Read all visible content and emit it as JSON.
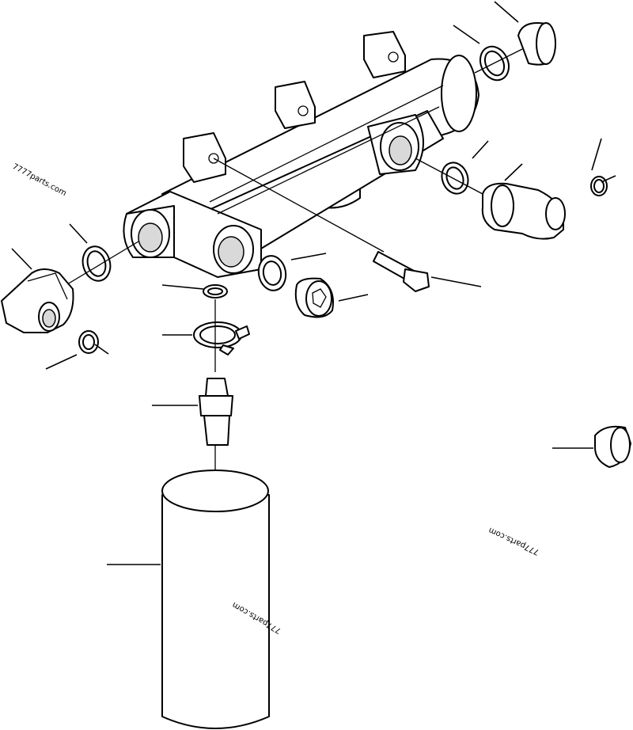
{
  "watermarks": [
    "7777parts.com",
    "777parts.com",
    "777parts.com"
  ],
  "ink_color": "#000000",
  "background_color": "#ffffff"
}
